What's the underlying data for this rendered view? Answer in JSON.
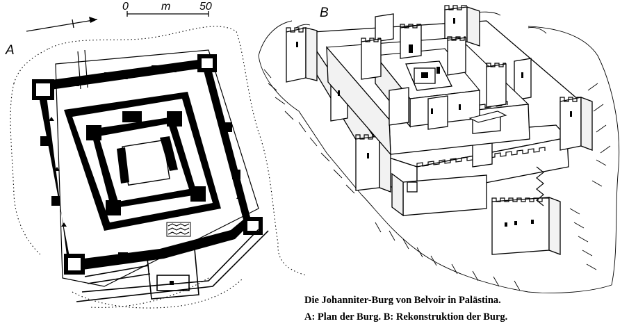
{
  "panels": {
    "a_label": "A",
    "b_label": "B"
  },
  "scale_bar": {
    "start": "0",
    "unit": "m",
    "end": "50"
  },
  "caption": {
    "line1": "Die Johanniter-Burg von Belvoir in Palästina.",
    "line2": "A: Plan der Burg. B: Rekonstruktion der Burg."
  }
}
